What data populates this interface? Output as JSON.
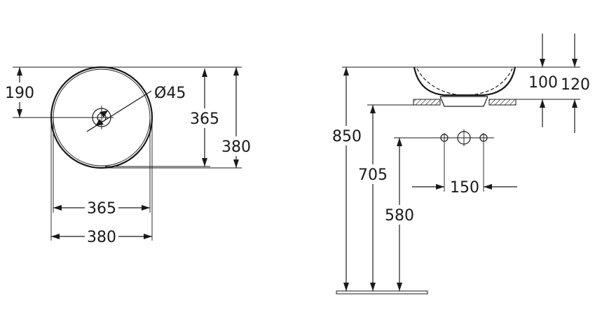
{
  "drawing": {
    "colors": {
      "line": "#1a1a1a",
      "background": "#ffffff"
    },
    "top_view": {
      "dim_left_height": "190",
      "dim_drain": "Ø45",
      "dim_inner_height": "365",
      "dim_outer_height": "380",
      "dim_inner_width": "365",
      "dim_outer_width": "380"
    },
    "side_view": {
      "dim_bowl_height": "100",
      "dim_total_height": "120",
      "dim_install_height": "850",
      "dim_counter_height": "705",
      "dim_tap_height": "580",
      "dim_tap_spacing": "150"
    }
  }
}
